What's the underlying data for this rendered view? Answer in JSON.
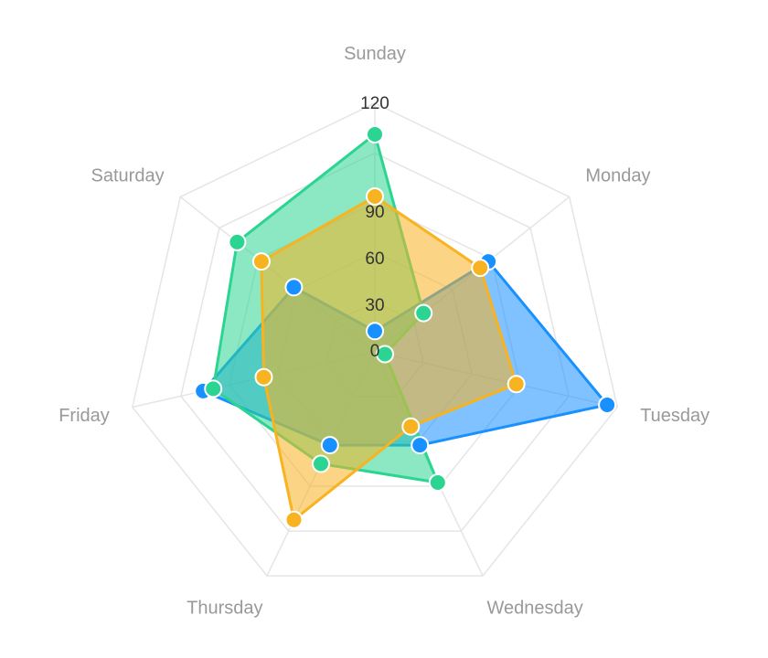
{
  "chart_data": {
    "type": "radar",
    "title": "",
    "indicators": [
      "Sunday",
      "Monday",
      "Tuesday",
      "Wednesday",
      "Thursday",
      "Friday",
      "Saturday"
    ],
    "ticks": [
      0,
      30,
      60,
      90,
      120
    ],
    "range": [
      0,
      120
    ],
    "grid": true,
    "legend": "none",
    "series": [
      {
        "color": "#1890ff",
        "fill": "#1890ff",
        "fill_opacity": 0.55,
        "values": [
          10,
          70,
          115,
          50,
          50,
          85,
          50
        ]
      },
      {
        "color": "#2bd591",
        "fill": "#2bd591",
        "fill_opacity": 0.55,
        "values": [
          105,
          30,
          5,
          70,
          60,
          80,
          85
        ]
      },
      {
        "color": "#f8b321",
        "fill": "#f8b321",
        "fill_opacity": 0.55,
        "values": [
          75,
          65,
          70,
          40,
          90,
          55,
          70
        ]
      }
    ]
  }
}
